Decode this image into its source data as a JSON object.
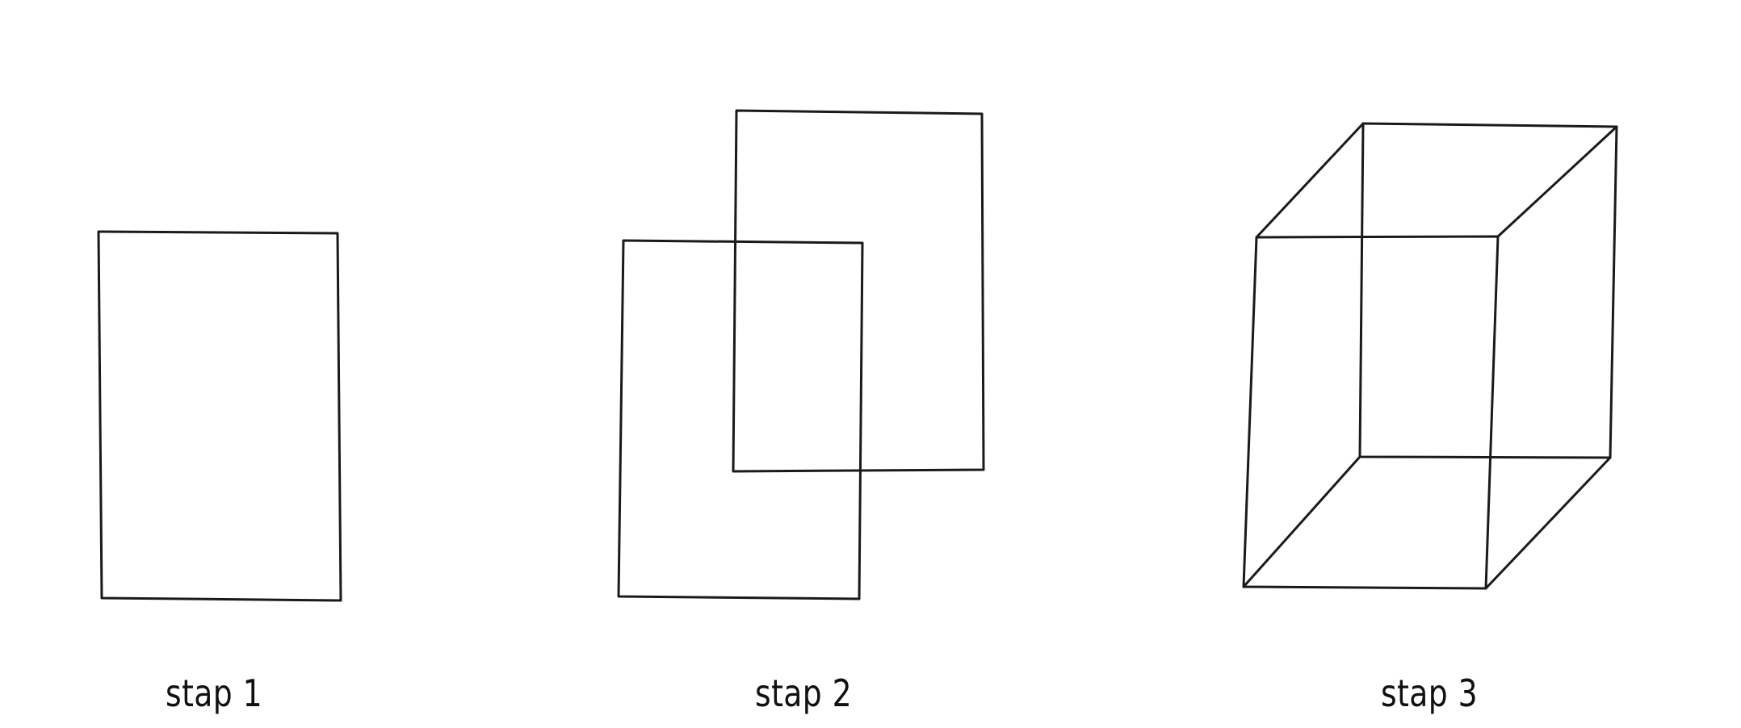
{
  "steps": [
    {
      "label": "stap 1"
    },
    {
      "label": "stap 2"
    },
    {
      "label": "stap 3"
    }
  ],
  "colors": {
    "ink": "#1a1a1a",
    "paper": "#ffffff"
  }
}
